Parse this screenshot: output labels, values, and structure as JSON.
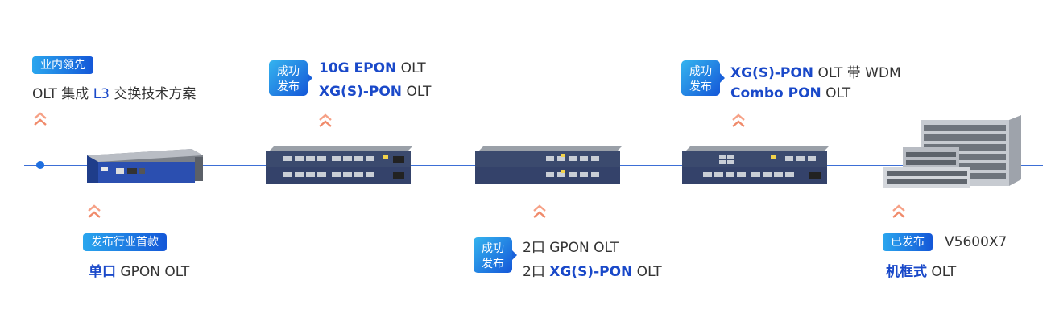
{
  "colors": {
    "accent": "#1a49c9",
    "tag_gradient_start": "#2aa6ee",
    "tag_gradient_end": "#1457d8",
    "chevron": "#f08a6a",
    "timeline": "#3d6fd6"
  },
  "m1": {
    "tag": "业内领先",
    "line1_a": "OLT 集成 ",
    "line1_b": "L3",
    "line1_c": " 交换技术方案"
  },
  "m2": {
    "tag": "发布行业首款",
    "line1_a": "单口",
    "line1_b": " GPON OLT"
  },
  "m3": {
    "tag_l1": "成功",
    "tag_l2": "发布",
    "line1_a": "10G EPON",
    "line1_b": " OLT",
    "line2_a": "XG(S)-PON",
    "line2_b": " OLT"
  },
  "m4": {
    "tag_l1": "成功",
    "tag_l2": "发布",
    "line1": "2口 GPON OLT",
    "line2_a": "2口 ",
    "line2_b": "XG(S)-PON",
    "line2_c": " OLT"
  },
  "m5": {
    "tag_l1": "成功",
    "tag_l2": "发布",
    "line1_a": "XG(S)-PON",
    "line1_b": " OLT 带 WDM",
    "line2_a": "Combo PON",
    "line2_b": " OLT"
  },
  "m6": {
    "tag": "已发布",
    "model": "V5600X7",
    "line2_a": "机框式",
    "line2_b": " OLT"
  },
  "icons": [
    "chevron-up-icon",
    "timeline-dot-icon"
  ]
}
